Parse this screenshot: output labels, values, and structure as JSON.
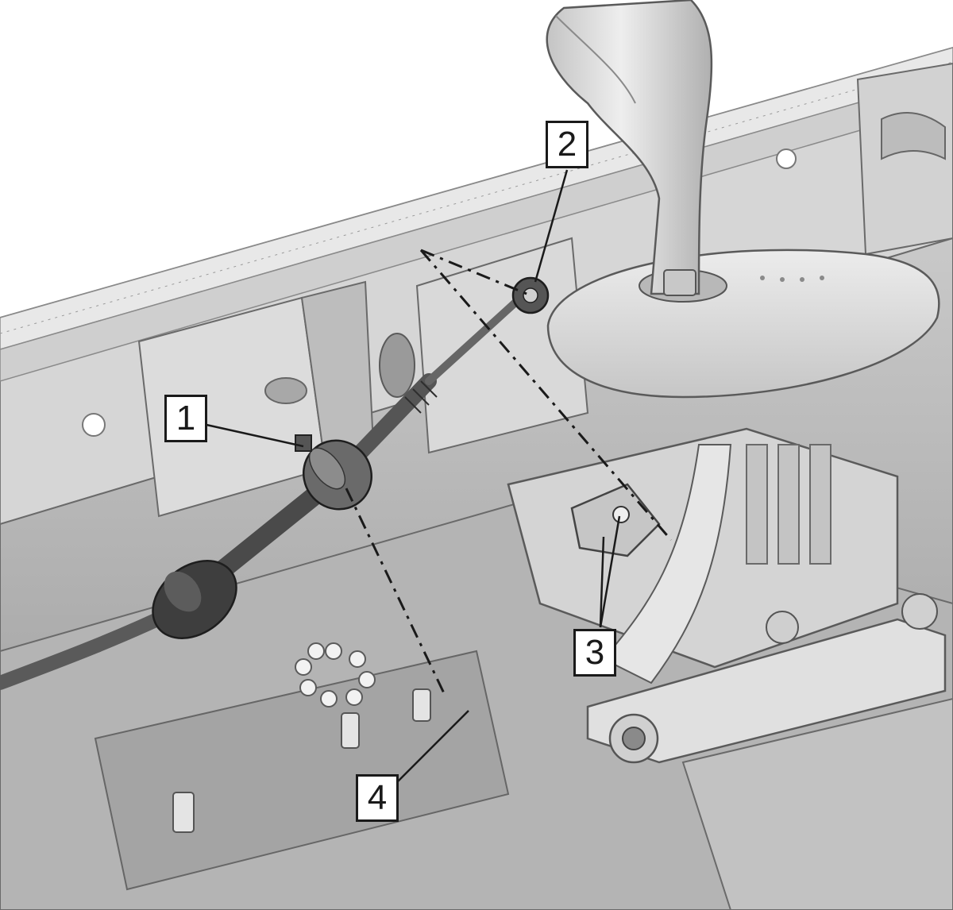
{
  "callouts": [
    {
      "id": "1",
      "label": "1"
    },
    {
      "id": "2",
      "label": "2"
    },
    {
      "id": "3",
      "label": "3"
    },
    {
      "id": "4",
      "label": "4"
    }
  ],
  "colors": {
    "body_light": "#e2e2e2",
    "body_mid": "#c8c8c8",
    "body_dark": "#8a8a8a",
    "cable": "#4a4a4a",
    "outline": "#1a1a1a"
  }
}
